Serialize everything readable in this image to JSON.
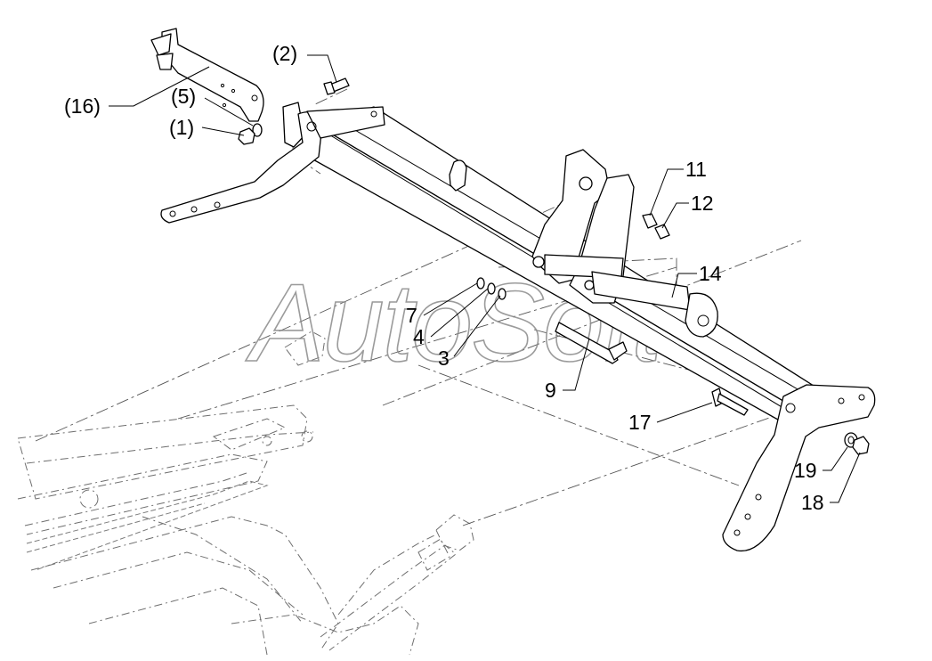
{
  "watermark": "AutoSoft",
  "callouts": [
    {
      "id": "c16",
      "text": "(16)"
    },
    {
      "id": "c5",
      "text": "(5)"
    },
    {
      "id": "c1",
      "text": "(1)"
    },
    {
      "id": "c2",
      "text": "(2)"
    },
    {
      "id": "c11",
      "text": "11"
    },
    {
      "id": "c12",
      "text": "12"
    },
    {
      "id": "c14",
      "text": "14"
    },
    {
      "id": "c7",
      "text": "7"
    },
    {
      "id": "c4",
      "text": "4"
    },
    {
      "id": "c3",
      "text": "3"
    },
    {
      "id": "c9",
      "text": "9"
    },
    {
      "id": "c17",
      "text": "17"
    },
    {
      "id": "c19",
      "text": "19"
    },
    {
      "id": "c18",
      "text": "18"
    }
  ]
}
